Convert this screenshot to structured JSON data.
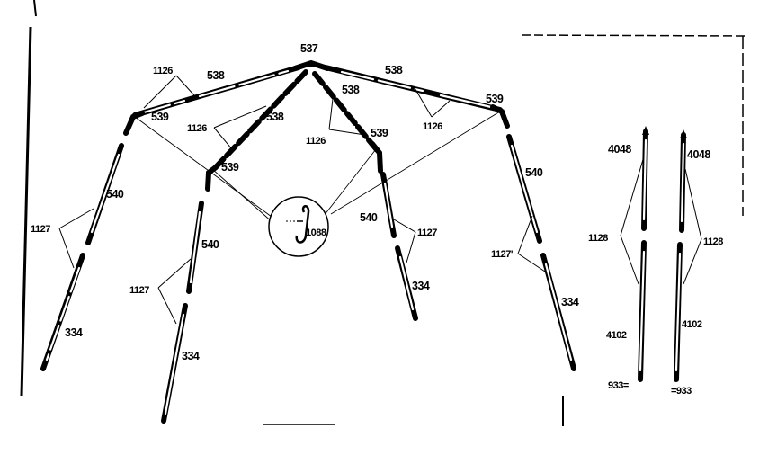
{
  "parts": {
    "top_hub": "537",
    "upper_pole": "538",
    "corner_fitting": "539",
    "long_pole": "540",
    "foot_pole": "334",
    "sleeve_joint": "1126",
    "lower_joint": "1127",
    "hook": "1088",
    "tip_pole": "4048",
    "side_joint": "1128",
    "lower_side_pole": "4102",
    "foot_tip_left": "933",
    "foot_tip_right": "933",
    "left_lower_joint_alt": "1127'"
  },
  "labels": {
    "hub": "537",
    "upper_left_top": "538",
    "upper_right_top": "538",
    "upper_mid_left": "538",
    "upper_mid_right": "538",
    "joint_1126_a": "1126",
    "joint_1126_b": "1126",
    "joint_1126_c": "1126",
    "joint_1126_d": "1126",
    "corner_left": "539",
    "corner_right": "539",
    "corner_mid_left": "539",
    "corner_mid_right": "539",
    "pole_540_a": "540",
    "pole_540_b": "540",
    "pole_540_c": "540",
    "pole_540_d": "540",
    "joint_1127_a": "1127",
    "joint_1127_b": "1127",
    "joint_1127_c": "1127",
    "joint_1127_d": "1127'",
    "foot_334_a": "334",
    "foot_334_b": "334",
    "foot_334_c": "334",
    "foot_334_d": "334",
    "hook_1088": "1088",
    "side_4048_left": "4048",
    "side_4048_right": "4048",
    "side_1128_left": "1128",
    "side_1128_right": "1128",
    "side_4102_left": "4102",
    "side_4102_right": "4102",
    "side_933_left": "933=",
    "side_933_right": "=933"
  }
}
